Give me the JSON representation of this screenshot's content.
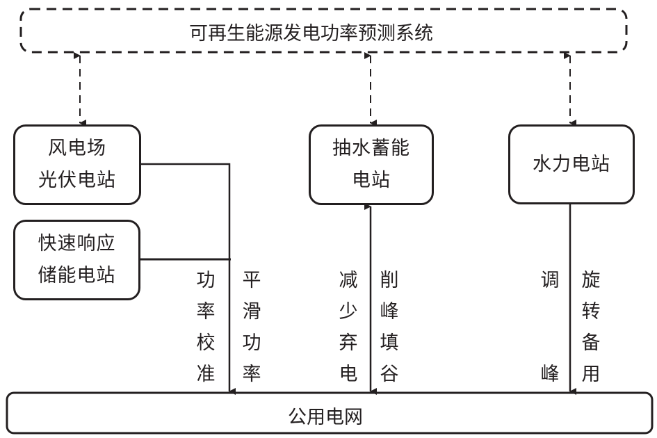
{
  "forecast_system": {
    "label": "可再生能源发电功率预测系统"
  },
  "stations": {
    "wind_pv": {
      "lines": [
        "风电场",
        "光伏电站"
      ]
    },
    "storage": {
      "lines": [
        "快速响应",
        "储能电站"
      ]
    },
    "pumped": {
      "lines": [
        "抽水蓄能",
        "电站"
      ]
    },
    "hydro": {
      "lines": [
        "水力电站"
      ]
    }
  },
  "grid": {
    "label": "公用电网"
  },
  "annotations": {
    "power_calibration": [
      "功",
      "率",
      "校",
      "准"
    ],
    "smooth_power": [
      "平",
      "滑",
      "功",
      "率"
    ],
    "reduce_curtailment": [
      "减",
      "少",
      "弃",
      "电"
    ],
    "peak_shaving": [
      "削",
      "峰",
      "填",
      "谷"
    ],
    "peak_regulation": [
      "调",
      "峰"
    ],
    "spinning_reserve": [
      "旋",
      "转",
      "备",
      "用"
    ]
  },
  "colors": {
    "line": "#231f20",
    "background": "#ffffff"
  }
}
